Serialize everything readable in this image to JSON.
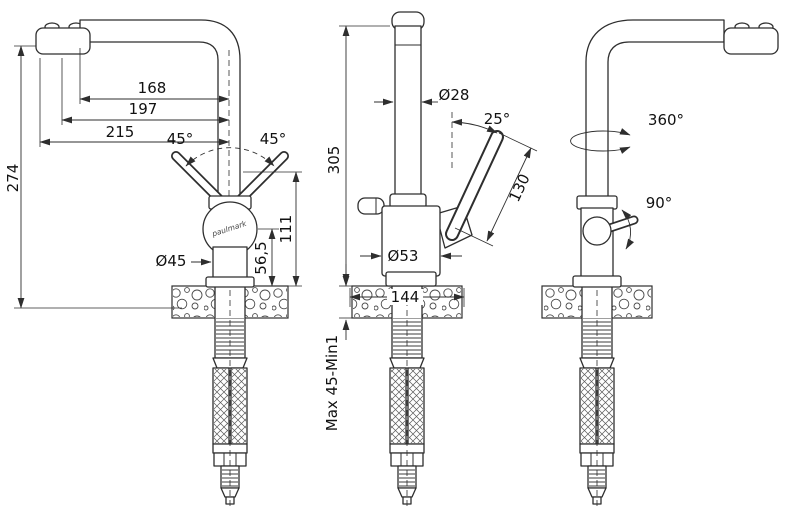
{
  "diagram": {
    "brand": "paulmark",
    "left_view": {
      "width_tip": "168",
      "width_mid": "197",
      "width_full": "215",
      "height": "274",
      "swivel_left": "45°",
      "swivel_right": "45°",
      "body_diameter": "Ø45",
      "body_height": "111",
      "handle_height": "56,5"
    },
    "front_view": {
      "total_height": "305",
      "spout_diameter": "Ø28",
      "lever_angle": "25°",
      "lever_length": "130",
      "base_diameter": "Ø53",
      "base_width": "144",
      "mount_thickness": "Max 45-Min1"
    },
    "right_view": {
      "swivel": "360°",
      "handle_turn": "90°"
    }
  }
}
